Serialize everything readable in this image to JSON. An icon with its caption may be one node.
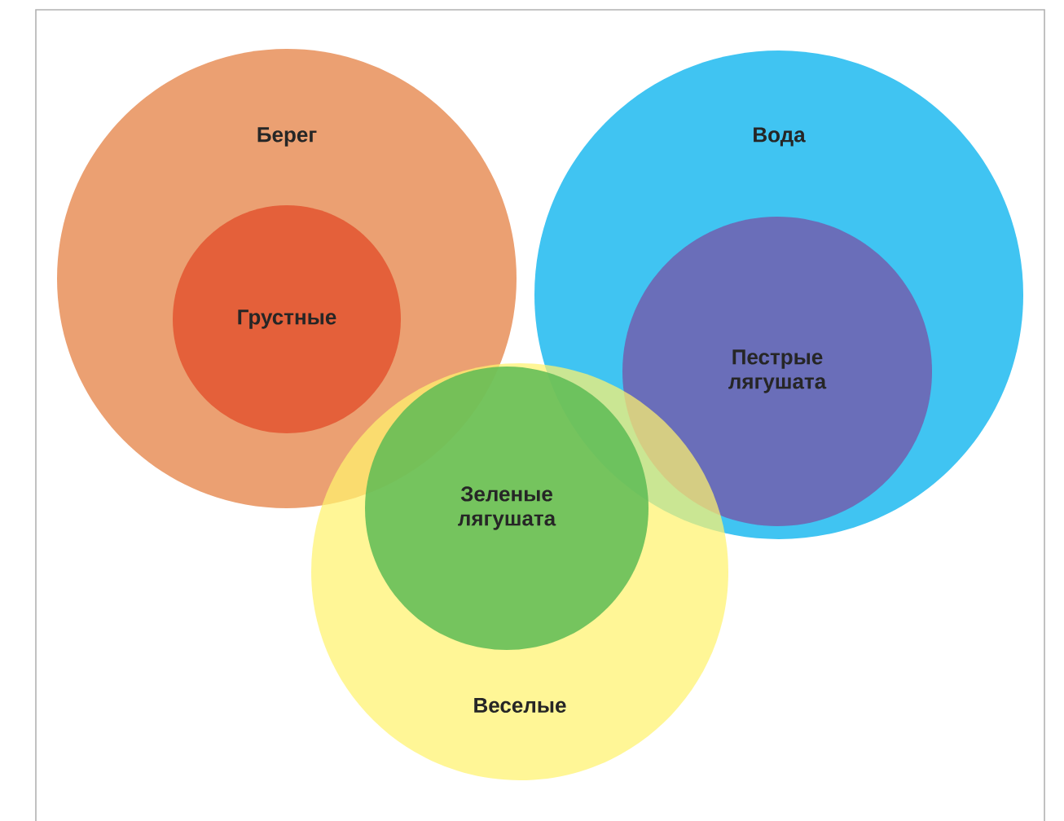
{
  "diagram": {
    "nodes": [
      {
        "text": [
          "Берег"
        ]
      },
      {
        "text": [
          "Грустные"
        ],
        "in": 0
      },
      {
        "text": [
          "Вода"
        ]
      },
      {
        "text": [
          "Пестрые лягушата"
        ],
        "in": 2
      },
      {
        "text": [
          "Веселые"
        ]
      },
      {
        "text": [
          "Зеленые лягушата"
        ],
        "in": 4
      }
    ]
  }
}
